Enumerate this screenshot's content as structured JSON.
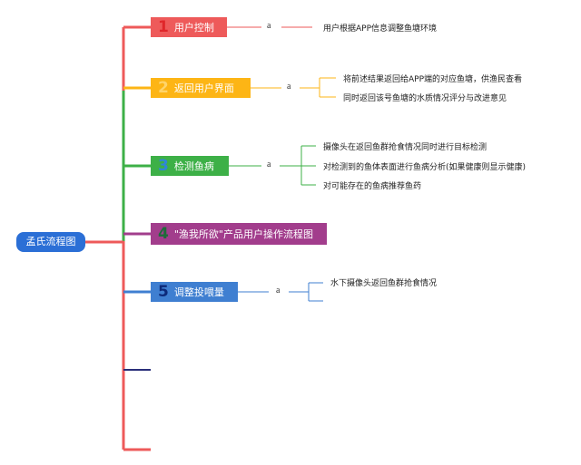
{
  "root": {
    "label": "孟氏流程图"
  },
  "branches": [
    {
      "num": "1",
      "label": "用户控制",
      "color": "#ee5a5a",
      "num_color": "#e0262a",
      "connector": "a",
      "leaves": [
        "用户根据APP信息调整鱼塘环境"
      ]
    },
    {
      "num": "2",
      "label": "返回用户界面",
      "color": "#fdb515",
      "num_color": "#ffd46a",
      "connector": "a",
      "leaves": [
        "将前述结果返回给APP端的对应鱼塘，供渔民查看",
        "同时返回该号鱼塘的水质情况评分与改进意见"
      ]
    },
    {
      "num": "3",
      "label": "检测鱼病",
      "color": "#3db047",
      "num_color": "#2f86d9",
      "connector": "a",
      "leaves": [
        "摄像头在返回鱼群抢食情况同时进行目标检测",
        "对检测到的鱼体表面进行鱼病分析(如果健康则显示健康)",
        "对可能存在的鱼病推荐鱼药"
      ]
    },
    {
      "num": "4",
      "label": "\"渔我所欲\"产品用户操作流程图",
      "color": "#a23d8c",
      "num_color": "#1e6b3a",
      "connector": "",
      "leaves": []
    },
    {
      "num": "5",
      "label": "调整投喂量",
      "color": "#3f7fd1",
      "num_color": "#0d2a7a",
      "connector": "a",
      "leaves": [
        "水下摄像头返回鱼群抢食情况"
      ]
    }
  ]
}
